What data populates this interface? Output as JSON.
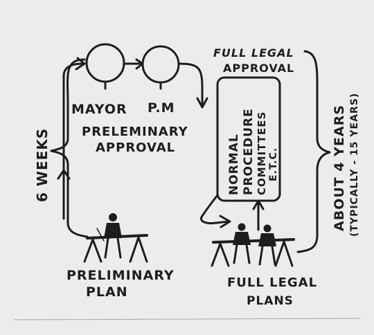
{
  "labels": {
    "mayor": "MAYOR",
    "pm": "P.M",
    "preliminary_approval_line1": "PRELEMINARY",
    "preliminary_approval_line2": "APPROVAL",
    "full_legal_approval_line1": "FULL LEGAL",
    "full_legal_approval_line2": "APPROVAL",
    "normal_procedure_line1": "NORMAL",
    "normal_procedure_line2": "PROCEDURE",
    "normal_procedure_line3": "COMMITTEES",
    "normal_procedure_line4": "E.T.C.",
    "six_weeks": "6 WEEKS",
    "about_four_years": "ABOUT 4 YEARS",
    "typically": "(TYPICALLY - 15 YEARS)",
    "preliminary_plan_line1": "PRELIMINARY",
    "preliminary_plan_line2": "PLAN",
    "full_legal_plans_line1": "FULL LEGAL",
    "full_legal_plans_line2": "PLANS"
  },
  "colors": {
    "ink": "#1d1d1d",
    "paper": "#ececea"
  }
}
